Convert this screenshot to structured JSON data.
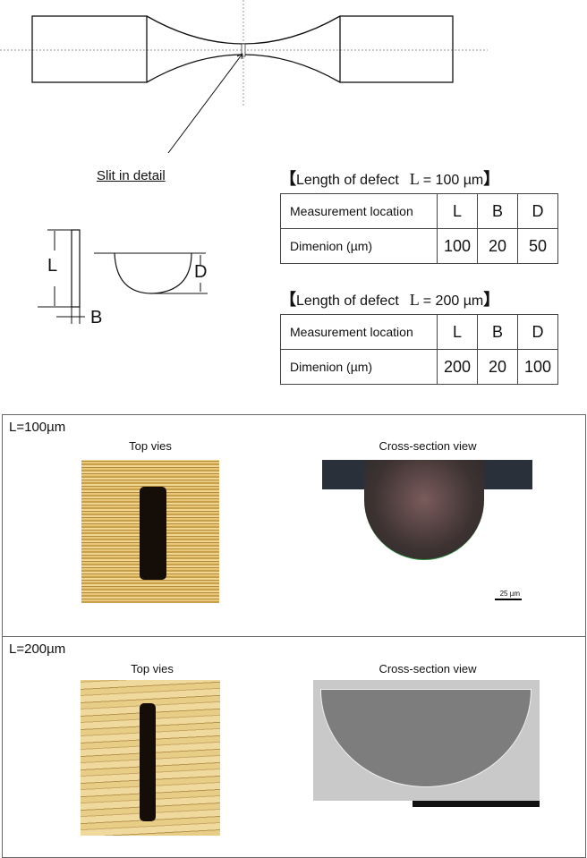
{
  "diagram": {
    "slit_caption": "Slit in detail",
    "labels": {
      "L": "L",
      "B": "B",
      "D": "D"
    }
  },
  "tables": [
    {
      "title_prefix": "Length of defect",
      "title_symbol": "L",
      "title_value": "= 100 µm",
      "bracket_open": "【",
      "bracket_close": "】",
      "header_label": "Measurement location",
      "headers": [
        "L",
        "B",
        "D"
      ],
      "row_label": "Dimenion (µm)",
      "values": [
        "100",
        "20",
        "50"
      ]
    },
    {
      "title_prefix": "Length of defect",
      "title_symbol": "L",
      "title_value": "= 200 µm",
      "bracket_open": "【",
      "bracket_close": "】",
      "header_label": "Measurement location",
      "headers": [
        "L",
        "B",
        "D"
      ],
      "row_label": "Dimenion (µm)",
      "values": [
        "200",
        "20",
        "100"
      ]
    }
  ],
  "panels": [
    {
      "label": "L=100µm",
      "top_caption": "Top vies",
      "cross_caption": "Cross-section view",
      "scale_bar": "25 µm"
    },
    {
      "label": "L=200µm",
      "top_caption": "Top vies",
      "cross_caption": "Cross-section view"
    }
  ]
}
